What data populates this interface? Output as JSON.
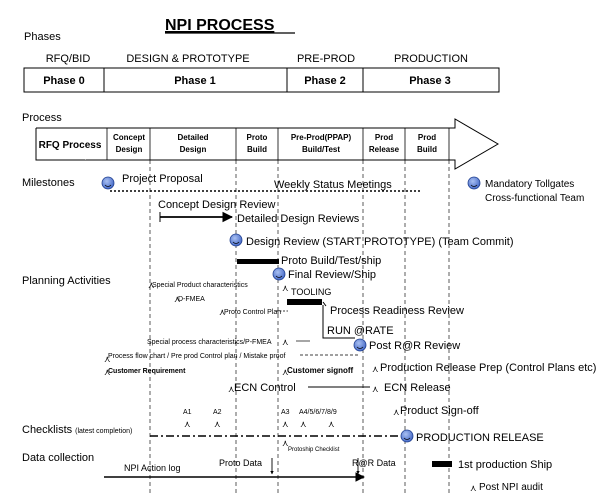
{
  "title": "NPI PROCESS",
  "labels": {
    "phases": "Phases",
    "process": "Process",
    "milestones": "Milestones",
    "planning": "Planning Activities",
    "checklists": "Checklists",
    "checklists_note": "(latest completion)",
    "data_collection": "Data collection"
  },
  "phase_headers": [
    "RFQ/BID",
    "DESIGN & PROTOTYPE",
    "PRE-PROD",
    "PRODUCTION"
  ],
  "phase_boxes": [
    "Phase 0",
    "Phase 1",
    "Phase 2",
    "Phase 3"
  ],
  "process_steps": [
    {
      "line1": "RFQ Process",
      "line2": ""
    },
    {
      "line1": "Concept",
      "line2": "Design"
    },
    {
      "line1": "Detailed",
      "line2": "Design"
    },
    {
      "line1": "Proto",
      "line2": "Build"
    },
    {
      "line1": "Pre-Prod(PPAP)",
      "line2": "Build/Test"
    },
    {
      "line1": "Prod",
      "line2": "Release"
    },
    {
      "line1": "Prod",
      "line2": "Build"
    }
  ],
  "milestones": {
    "project_proposal": "Project Proposal",
    "weekly_status": "Weekly Status Meetings",
    "legend_line1": "Mandatory Tollgates",
    "legend_line2": "Cross-functional Team",
    "concept_review": "Concept Design Review",
    "detailed_reviews": "Detailed Design Reviews",
    "design_review": "Design Review (START PROTOTYPE) (Team Commit)",
    "proto_build": "Proto Build/Test/ship",
    "final_review": "Final Review/Ship",
    "tooling": "TOOLING",
    "process_readiness": "Process Readiness Review",
    "run_at_rate": "RUN @RATE",
    "post_rar": "Post R@R Review",
    "prod_release_prep": "Production Release Prep (Control Plans etc)",
    "ecn_control": "ECN Control",
    "ecn_release": "ECN Release",
    "product_signoff": "Product Sign-off",
    "production_release": "PRODUCTION RELEASE",
    "first_ship": "1st production Ship",
    "post_npi_audit": "Post NPI audit"
  },
  "planning": {
    "special_product": "Special Product characteristics",
    "dfmea": "D-FMEA",
    "proto_control_plan": "Proto Control Plan",
    "special_process": "Special process characteristics/P-FMEA",
    "process_flow": "Process flow chart / Pre prod Control plan / Mistake proof",
    "customer_requirement": "Customer Requirement",
    "customer_signoff": "Customer signoff"
  },
  "checklists": {
    "a1": "A1",
    "a2": "A2",
    "a3": "A3",
    "a4_9": "A4/5/6/7/8/9",
    "protoship": "Protoship Checklist"
  },
  "data_items": {
    "npi_action_log": "NPI Action log",
    "proto_data": "Proto Data",
    "rar_data": "R@R Data"
  },
  "colors": {
    "tollgate_fill": "#5b7fd6",
    "tollgate_stroke": "#1f3f8f",
    "line": "#000000",
    "dashed_divider": "#333333"
  }
}
